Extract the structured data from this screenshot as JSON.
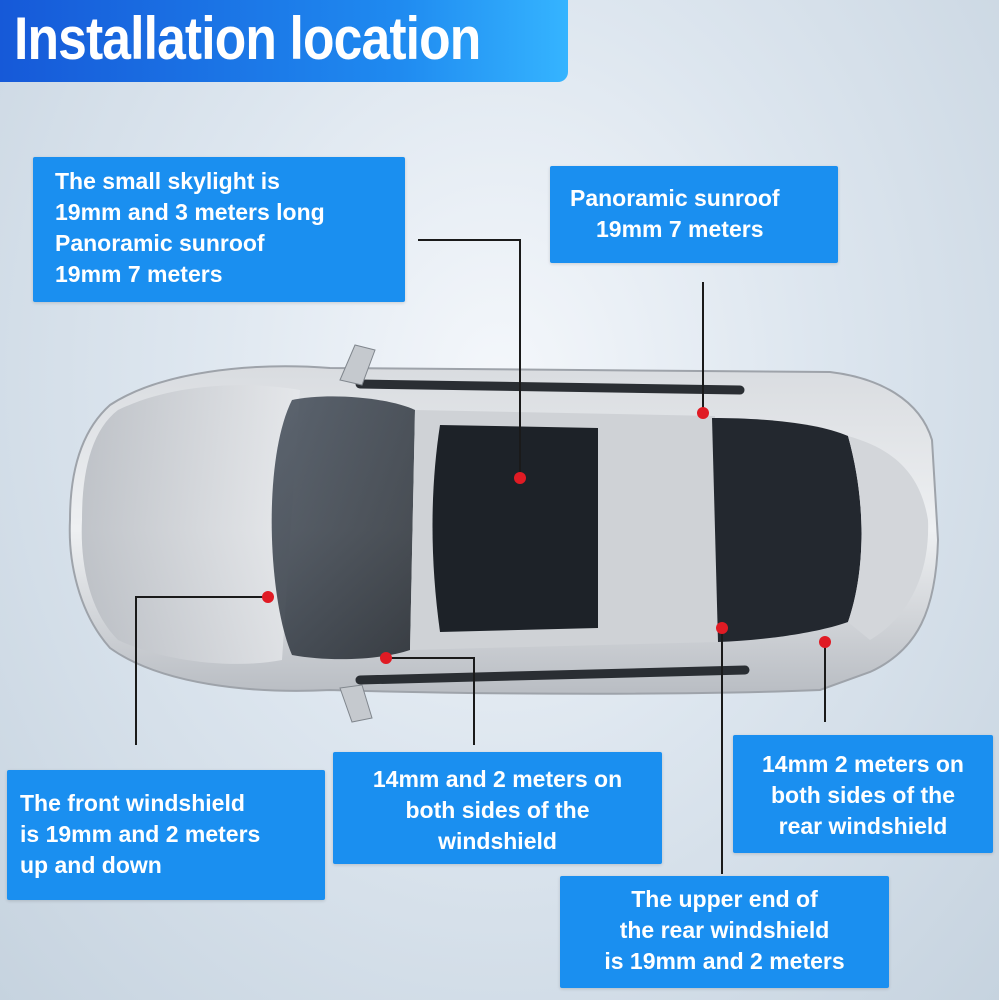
{
  "title": "Installation location",
  "callouts": {
    "skylight": [
      "The small skylight is",
      "19mm and 3 meters long",
      "Panoramic sunroof",
      "19mm 7 meters"
    ],
    "panoramic": [
      "Panoramic sunroof",
      "19mm 7 meters"
    ],
    "front_windshield": [
      "The front windshield",
      "is 19mm and 2 meters",
      "up and down"
    ],
    "windshield_sides": [
      "14mm and 2 meters on",
      "both sides of the",
      "windshield"
    ],
    "rear_sides": [
      "14mm 2 meters on",
      "both sides of the",
      "rear windshield"
    ],
    "rear_upper": [
      "The upper end of",
      "the rear windshield",
      "is 19mm and 2 meters"
    ]
  },
  "colors": {
    "banner": "#1f8af0",
    "callout_bg": "#1a8ff0",
    "callout_text": "#ffffff",
    "marker": "#e01b24",
    "leader_line": "#1a1a1a",
    "car_body": "#c9ccd1",
    "glass": "#1c2026"
  }
}
